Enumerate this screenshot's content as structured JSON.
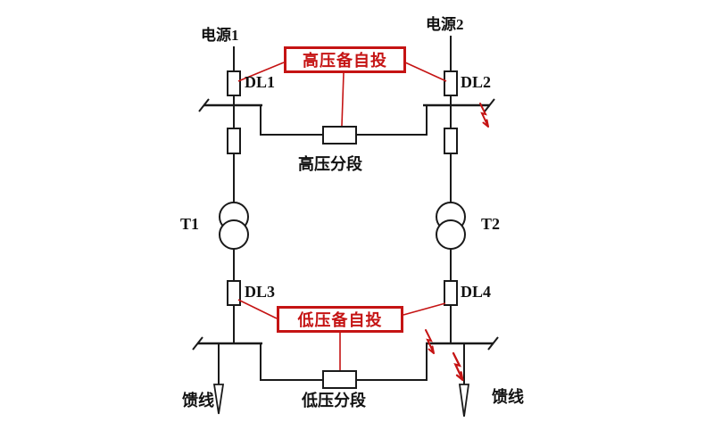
{
  "diagram": {
    "type": "power-system-single-line-diagram",
    "labels": {
      "source1": "电源1",
      "source2": "电源2",
      "dl1": "DL1",
      "dl2": "DL2",
      "dl3": "DL3",
      "dl4": "DL4",
      "t1": "T1",
      "t2": "T2",
      "hv_backup": "高压备自投",
      "lv_backup": "低压备自投",
      "hv_section": "高压分段",
      "lv_section": "低压分段",
      "feeder_left": "馈线",
      "feeder_right": "馈线"
    },
    "colors": {
      "line": "#1a1a1a",
      "accent_red": "#c51414",
      "background": "#ffffff"
    }
  }
}
